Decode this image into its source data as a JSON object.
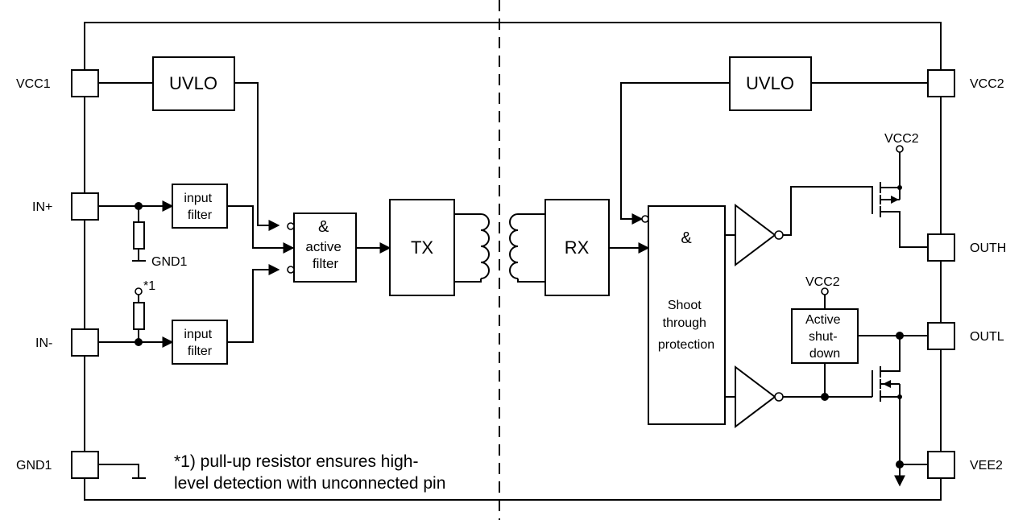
{
  "pins": {
    "vcc1": "VCC1",
    "in_plus": "IN+",
    "in_minus": "IN-",
    "gnd1": "GND1",
    "vcc2": "VCC2",
    "outh": "OUTH",
    "outl": "OUTL",
    "vee2": "VEE2"
  },
  "blocks": {
    "uvlo_left": "UVLO",
    "uvlo_right": "UVLO",
    "input_filter_top": [
      "input",
      "filter"
    ],
    "input_filter_bottom": [
      "input",
      "filter"
    ],
    "and_filter": [
      "&",
      "active",
      "filter"
    ],
    "tx": "TX",
    "rx": "RX",
    "shoot_through": [
      "&",
      "Shoot",
      "through",
      "protection"
    ],
    "active_shutdown": [
      "Active",
      "shut-",
      "down"
    ]
  },
  "labels": {
    "gnd1_local": "GND1",
    "pullup_ref": "*1",
    "vcc2_top": "VCC2",
    "vcc2_shutdown": "VCC2"
  },
  "footnote": [
    "*1) pull-up resistor ensures high-",
    "level detection with unconnected pin"
  ]
}
